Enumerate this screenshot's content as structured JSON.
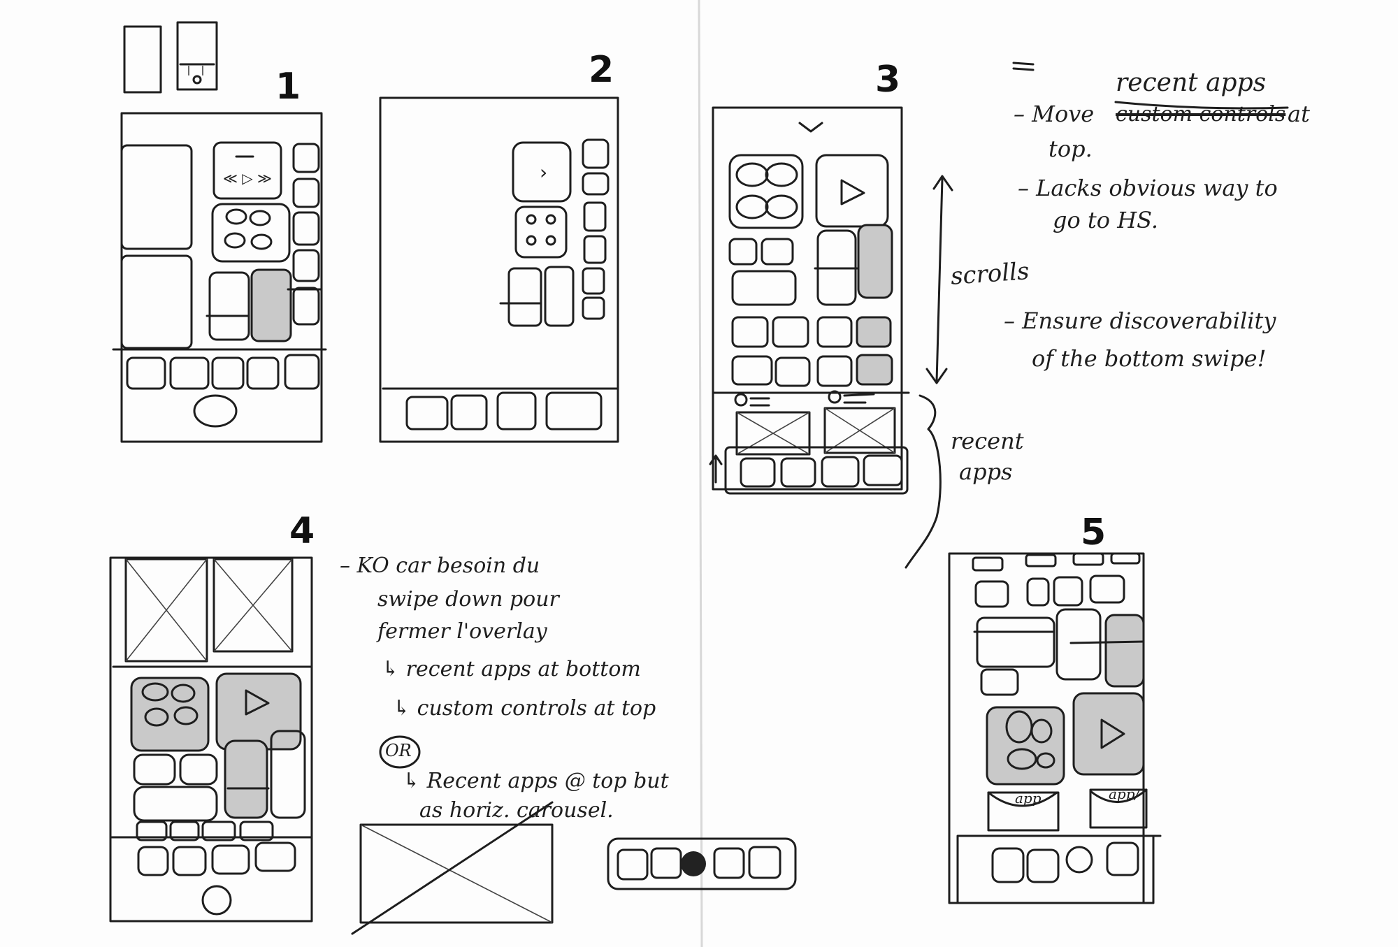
{
  "sketches": [
    {
      "number": "1"
    },
    {
      "number": "2"
    },
    {
      "number": "3"
    },
    {
      "number": "4"
    },
    {
      "number": "5"
    }
  ],
  "sketch3": {
    "scrolls_label": "scrolls",
    "recent_apps_label_1": "recent",
    "recent_apps_label_2": "apps"
  },
  "sketch5": {
    "tile_left": "app",
    "tile_right": "app/"
  },
  "notes_right": {
    "bullet_1_prefix": "– Move",
    "bullet_1_insert": "recent apps",
    "bullet_1_struck": "custom controls",
    "bullet_1_suffix": "at",
    "bullet_1_line2": "top.",
    "bullet_2_line1": "– Lacks obvious way to",
    "bullet_2_line2": "go to HS.",
    "bullet_3_line1": "– Ensure discoverability",
    "bullet_3_line2": "of the bottom swipe!"
  },
  "notes_left": {
    "line_1": "– KO car besoin du",
    "line_2": "swipe down pour",
    "line_3": "fermer l'overlay",
    "line_4": "↳ recent apps at bottom",
    "line_5": "↳ custom controls at top",
    "or_label": "OR",
    "line_6": "↳ Recent apps @ top but",
    "line_7": "as horiz. carousel."
  }
}
